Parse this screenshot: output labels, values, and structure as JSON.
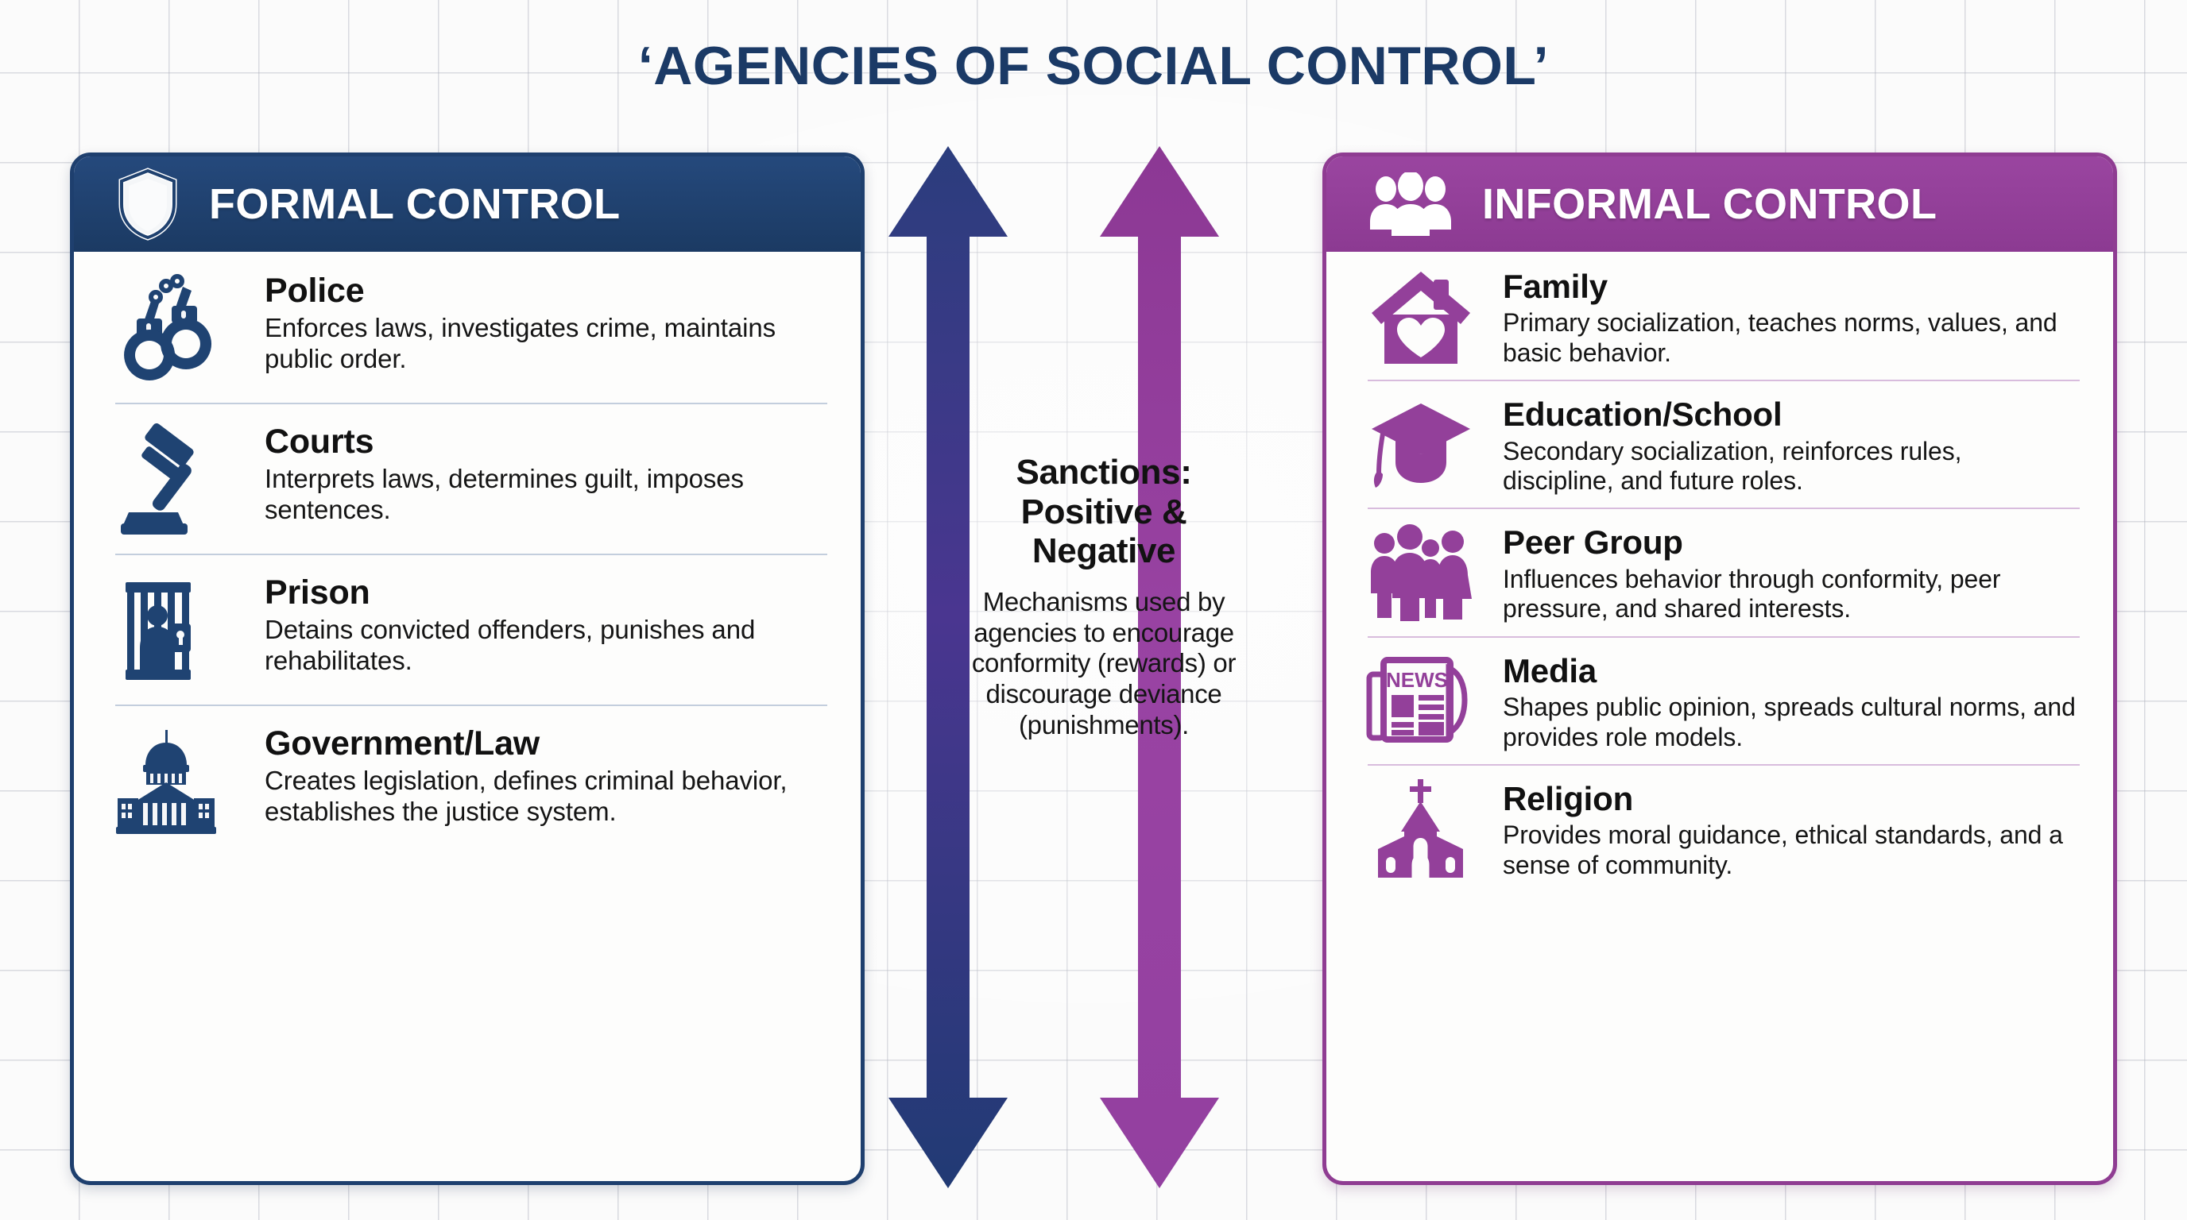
{
  "title": "‘AGENCIES OF SOCIAL CONTROL’",
  "colors": {
    "formal_navy": "#1e3f6e",
    "formal_header": "#1f416f",
    "informal_purple": "#8f3c92",
    "informal_header": "#93409a",
    "title_navy": "#1b3a66",
    "divider_formal": "#c3cedd",
    "divider_informal": "#d8bcdd",
    "arrow_left_top": "#2e3f7f",
    "arrow_left_bottom": "#5a3590",
    "arrow_right_top": "#8e3a96",
    "arrow_right_bottom": "#9b46a6",
    "background": "#fbfbfb"
  },
  "formal": {
    "header_title": "FORMAL CONTROL",
    "header_icon": "shield-icon",
    "items": [
      {
        "icon": "handcuffs-icon",
        "title": "Police",
        "desc": "Enforces laws, investigates crime, maintains public order."
      },
      {
        "icon": "gavel-icon",
        "title": "Courts",
        "desc": "Interprets laws, determines guilt, imposes sentences."
      },
      {
        "icon": "prison-bars-icon",
        "title": "Prison",
        "desc": "Detains convicted offenders, punishes and rehabilitates."
      },
      {
        "icon": "capitol-building-icon",
        "title": "Government/Law",
        "desc": "Creates legislation, defines criminal behavior, establishes the justice system."
      }
    ]
  },
  "informal": {
    "header_title": "INFORMAL CONTROL",
    "header_icon": "people-group-icon",
    "items": [
      {
        "icon": "house-heart-icon",
        "title": "Family",
        "desc": "Primary socialization, teaches norms, values, and basic behavior."
      },
      {
        "icon": "graduation-cap-icon",
        "title": "Education/School",
        "desc": "Secondary socialization, reinforces rules, discipline, and future roles."
      },
      {
        "icon": "peer-group-icon",
        "title": "Peer Group",
        "desc": "Influences behavior through conformity, peer pressure, and shared interests."
      },
      {
        "icon": "newspaper-icon",
        "title": "Media",
        "desc": "Shapes public opinion, spreads cultural norms, and provides role models.",
        "icon_label": "NEWS"
      },
      {
        "icon": "church-icon",
        "title": "Religion",
        "desc": "Provides moral guidance, ethical standards, and a sense of community."
      }
    ]
  },
  "center": {
    "heading": "Sanctions: Positive & Negative",
    "body": "Mechanisms used by agencies to encourage conformity (rewards) or discourage deviance (punishments).",
    "left_arrow": "double-headed-arrow-icon",
    "right_arrow": "double-headed-arrow-icon"
  }
}
